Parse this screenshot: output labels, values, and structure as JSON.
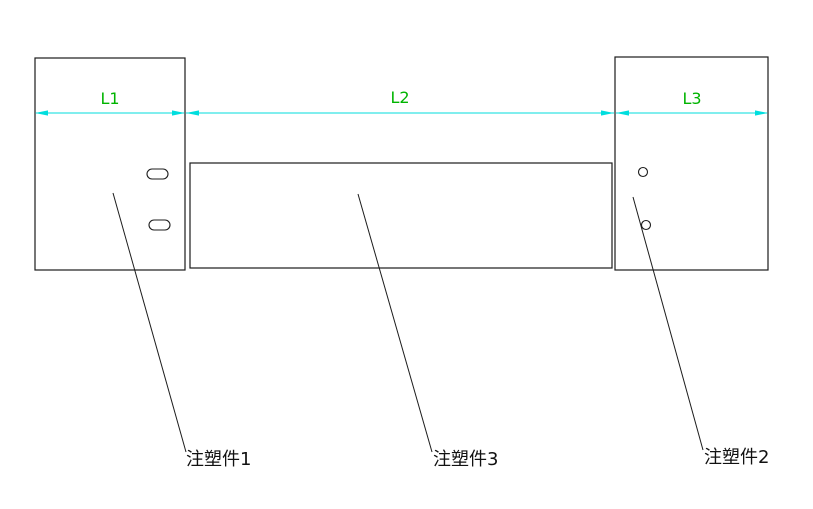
{
  "drawing": {
    "title": "assembly-dimension-drawing",
    "dimensions": {
      "l1": {
        "label": "L1"
      },
      "l2": {
        "label": "L2"
      },
      "l3": {
        "label": "L3"
      }
    },
    "parts": {
      "part1": {
        "label": "注塑件1"
      },
      "part3": {
        "label": "注塑件3"
      },
      "part2": {
        "label": "注塑件2"
      }
    },
    "colors": {
      "background": "#ffffff",
      "outline": "#1c1c1c",
      "dimension_line": "#00dede",
      "dimension_text": "#00b400",
      "part_text": "#111111"
    }
  }
}
